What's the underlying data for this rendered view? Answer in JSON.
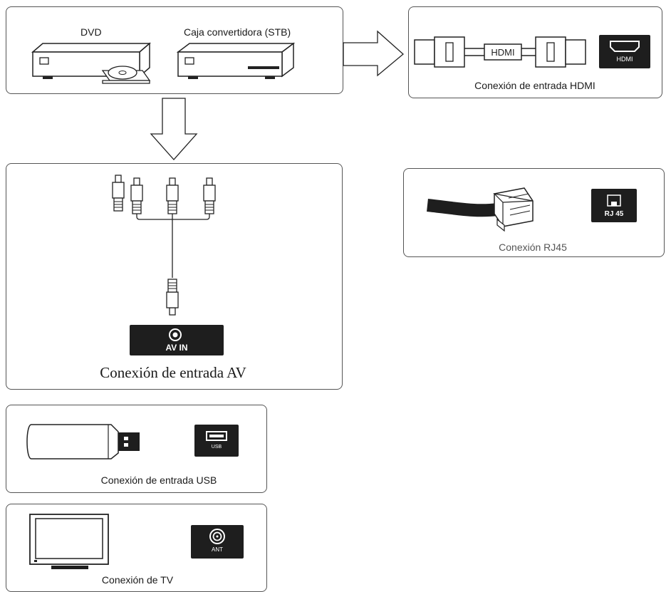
{
  "sources": {
    "dvd_label": "DVD",
    "stb_label": "Caja convertidora (STB)"
  },
  "hdmi": {
    "cable_label": "HDMI",
    "port_label": "HDMI",
    "caption": "Conexión de entrada HDMI"
  },
  "rj45": {
    "port_label": "RJ 45",
    "caption": "Conexión RJ45"
  },
  "av": {
    "port_label": "AV IN",
    "caption": "Conexión de entrada AV"
  },
  "usb": {
    "port_label": "USB",
    "caption": "Conexión de entrada USB"
  },
  "tv": {
    "port_label": "ANT",
    "caption": "Conexión de TV"
  }
}
